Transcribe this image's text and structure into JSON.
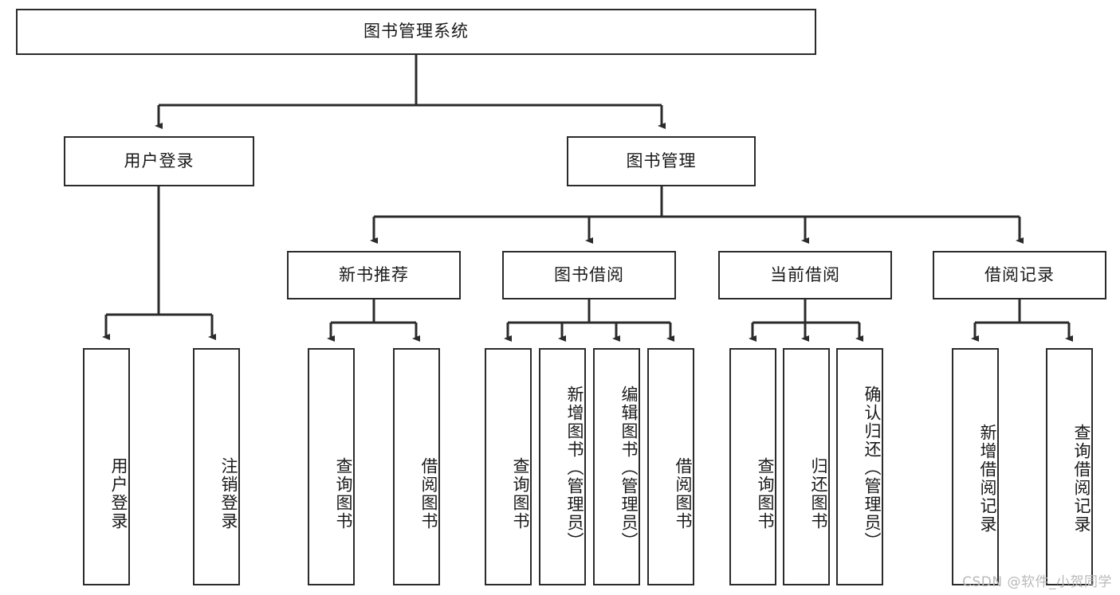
{
  "diagram": {
    "title": "图书管理系统",
    "type": "tree-hierarchy-diagram",
    "orientation": "top-down",
    "colors": {
      "box_border": "#2b2b2b",
      "box_fill": "#ffffff",
      "edge": "#2b2b2b",
      "text": "#1a1a1a",
      "watermark": "#b9b9b9",
      "background": "#ffffff"
    }
  },
  "root": {
    "label": "图书管理系统"
  },
  "level2": [
    {
      "id": "user-login",
      "label": "用户登录"
    },
    {
      "id": "book-management",
      "label": "图书管理"
    }
  ],
  "level3": [
    {
      "id": "new-book-recommend",
      "label": "新书推荐",
      "parent": "book-management"
    },
    {
      "id": "book-borrow",
      "label": "图书借阅",
      "parent": "book-management"
    },
    {
      "id": "current-borrow",
      "label": "当前借阅",
      "parent": "book-management"
    },
    {
      "id": "borrow-record",
      "label": "借阅记录",
      "parent": "book-management"
    }
  ],
  "leaves": {
    "user_login": [
      {
        "id": "leaf-user-login",
        "label": "用户登录"
      },
      {
        "id": "leaf-logout-login",
        "label": "注销登录"
      }
    ],
    "new_book_recommend": [
      {
        "id": "leaf-query-book-1",
        "label": "查询图书"
      },
      {
        "id": "leaf-borrow-book-1",
        "label": "借阅图书"
      }
    ],
    "book_borrow": [
      {
        "id": "leaf-query-book-2",
        "label": "查询图书"
      },
      {
        "id": "leaf-add-book",
        "label": "新增图书（管理员）"
      },
      {
        "id": "leaf-edit-book",
        "label": "编辑图书（管理员）"
      },
      {
        "id": "leaf-borrow-book-2",
        "label": "借阅图书"
      }
    ],
    "current_borrow": [
      {
        "id": "leaf-query-book-3",
        "label": "查询图书"
      },
      {
        "id": "leaf-return-book",
        "label": "归还图书"
      },
      {
        "id": "leaf-confirm-return",
        "label": "确认归还（管理员）"
      }
    ],
    "borrow_record": [
      {
        "id": "leaf-add-record",
        "label": "新增借阅记录"
      },
      {
        "id": "leaf-query-record",
        "label": "查询借阅记录"
      }
    ]
  },
  "watermark": {
    "text": "CSDN @软件_小贺同学"
  }
}
